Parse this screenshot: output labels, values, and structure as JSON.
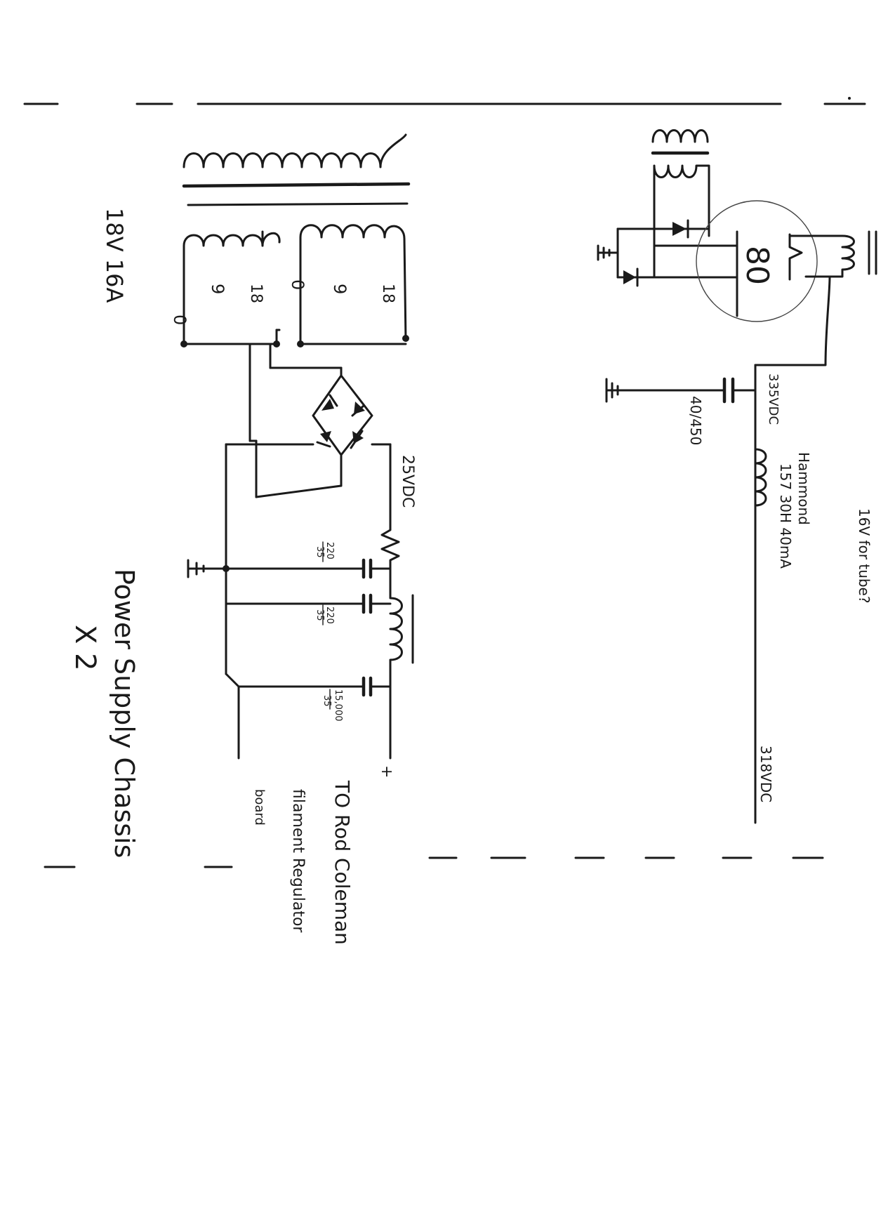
{
  "labels": {
    "transformer_rating": "18V 16A",
    "tap_0_a": "0",
    "tap_9_a": "9",
    "tap_18_a": "18",
    "tap_0_b": "0",
    "tap_9_b": "9",
    "tap_18_b": "18",
    "bridge_output": "25VDC",
    "cap1_top": "220",
    "cap1_bottom": "35",
    "cap2_top": "220",
    "cap2_bottom": "35",
    "cap3_top": "15,000",
    "cap3_bottom": "35",
    "plus_sign": "+",
    "destination_1": "TO  Rod Coleman",
    "destination_2": "filament Regulator",
    "destination_3": "board",
    "section_title": "Power Supply Chassis",
    "multiplier": "X 2",
    "tube_type": "80",
    "rectified_voltage": "335VDC",
    "filter_cap": "40/450",
    "choke_1": "Hammond",
    "choke_2": "157  30H  40mA",
    "output_voltage": "318VDC",
    "hv_note": "16V for tube?"
  }
}
